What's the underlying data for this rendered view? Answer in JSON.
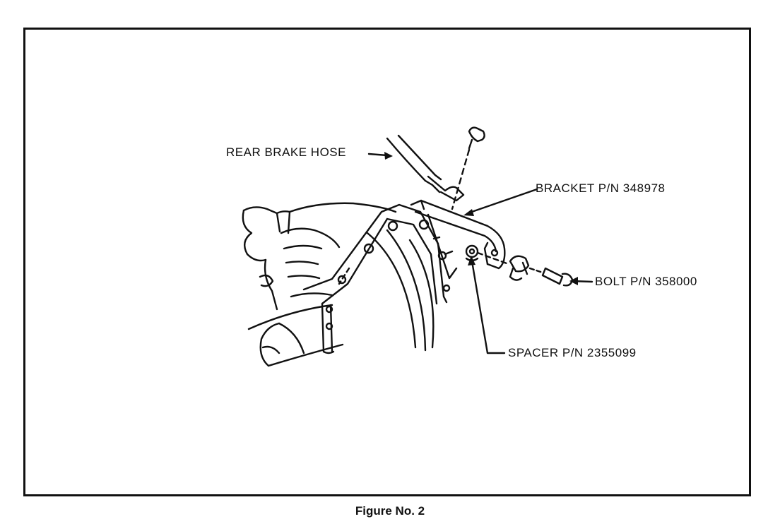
{
  "figure": {
    "caption": "Figure No. 2"
  },
  "callouts": {
    "rear_brake_hose": "REAR BRAKE HOSE",
    "bracket": "BRACKET P/N 348978",
    "bolt": "BOLT P/N 358000",
    "spacer": "SPACER P/N 2355099"
  },
  "colors": {
    "ink": "#111111",
    "paper": "#ffffff"
  }
}
